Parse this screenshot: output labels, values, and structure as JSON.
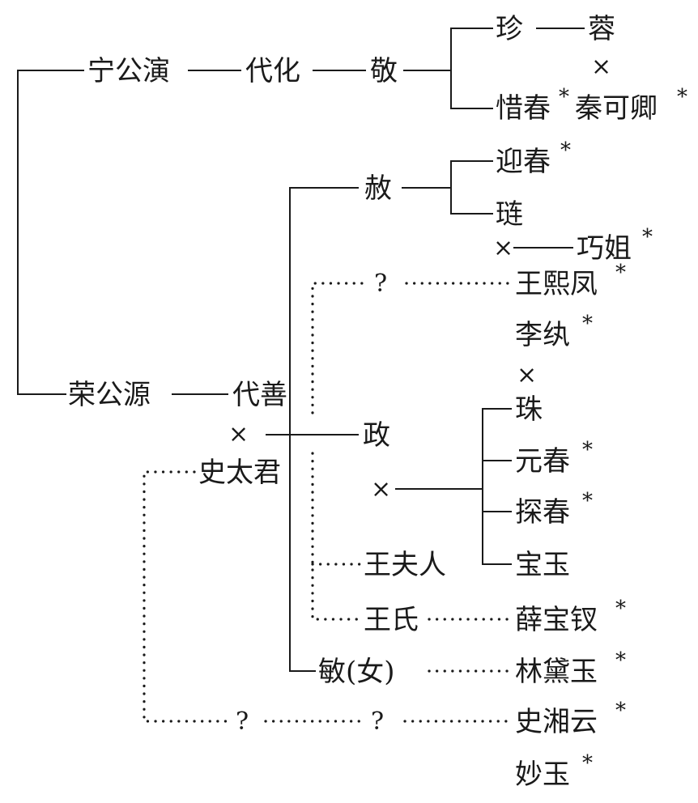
{
  "people": {
    "ning_yan": "宁公演",
    "dai_hua": "代化",
    "jing": "敬",
    "zhen": "珍",
    "rong": "蓉",
    "xichun": "惜春",
    "qin_keqing": "秦可卿",
    "rong_yuan": "荣公源",
    "dai_shan": "代善",
    "shi_taijun": "史太君",
    "she": "赦",
    "yingchun": "迎春",
    "lian": "琏",
    "qiaojie": "巧姐",
    "wang_xifeng": "王熙凤",
    "li_wan": "李纨",
    "zheng": "政",
    "zhu": "珠",
    "yuanchun": "元春",
    "tanchun": "探春",
    "baoyu": "宝玉",
    "wang_furen": "王夫人",
    "wang_shi": "王氏",
    "xue_baochai": "薛宝钗",
    "min": "敏(女)",
    "lin_daiyu": "林黛玉",
    "shi_xiangyun": "史湘云",
    "miaoyu": "妙玉"
  },
  "symbols": {
    "marriage": "×",
    "unknown": "?",
    "star": "*"
  }
}
